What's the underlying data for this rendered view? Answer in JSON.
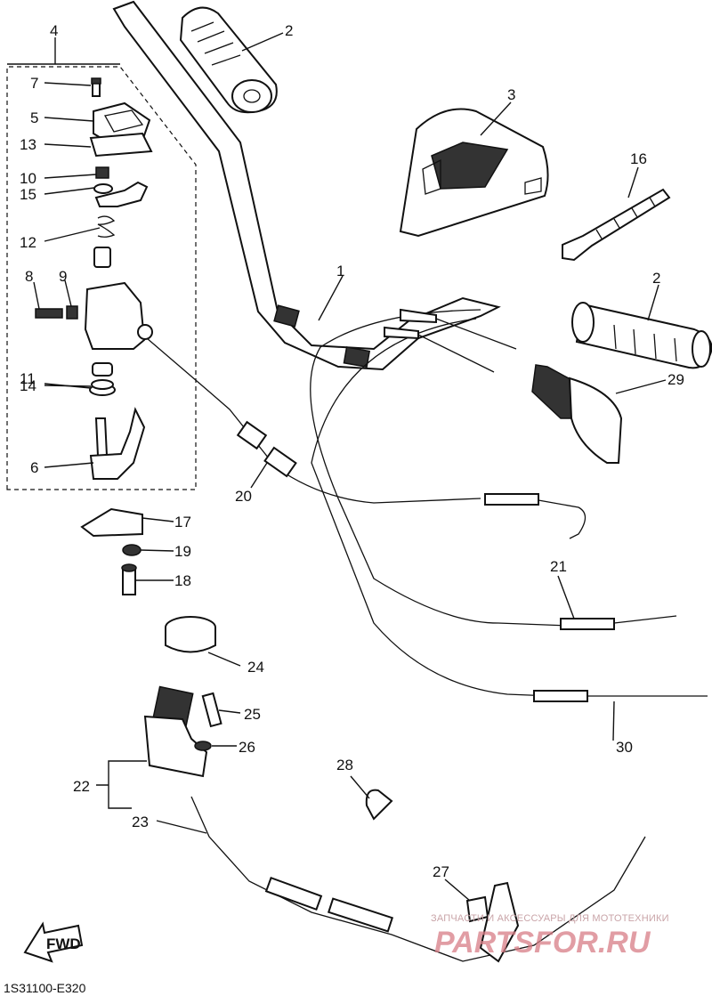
{
  "diagram_code": "1S31100-E320",
  "fwd_label": "FWD",
  "watermark": {
    "line1": "ЗАПЧАСТИ И АКСЕССУАРЫ ДЛЯ МОТОТЕХНИКИ",
    "line2": "PARTSFOR.RU"
  },
  "callouts": [
    "1",
    "2",
    "2",
    "3",
    "4",
    "5",
    "6",
    "7",
    "8",
    "9",
    "10",
    "11",
    "12",
    "13",
    "14",
    "15",
    "16",
    "17",
    "18",
    "19",
    "20",
    "21",
    "22",
    "23",
    "24",
    "25",
    "26",
    "27",
    "28",
    "29",
    "30"
  ]
}
